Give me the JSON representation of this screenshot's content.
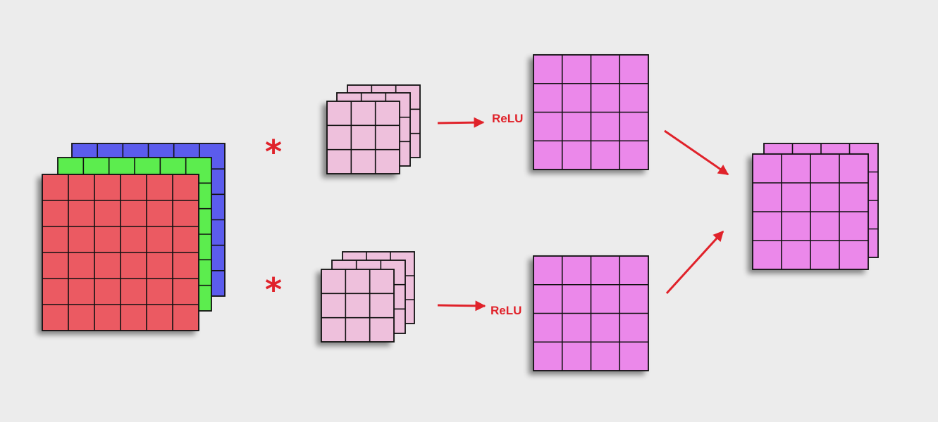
{
  "colors": {
    "background": "#ececec",
    "input_red": "#eb5a62",
    "input_green": "#5ced4e",
    "input_blue": "#5b5ced",
    "kernel_pink": "#eec0dc",
    "feature_map": "#eb88ea",
    "arrow": "#e0222a",
    "grid_line": "#111111"
  },
  "input_volume": {
    "grid_size": 6,
    "channels": [
      "blue",
      "green",
      "red"
    ]
  },
  "operators": [
    {
      "symbol": "*"
    },
    {
      "symbol": "*"
    }
  ],
  "kernels": [
    {
      "grid_size": 3,
      "depth": 3
    },
    {
      "grid_size": 3,
      "depth": 3
    }
  ],
  "activation_labels": [
    "ReLU",
    "ReLU"
  ],
  "feature_maps": [
    {
      "grid_size": 4
    },
    {
      "grid_size": 4
    }
  ],
  "output_volume": {
    "grid_size": 4,
    "depth": 2
  }
}
